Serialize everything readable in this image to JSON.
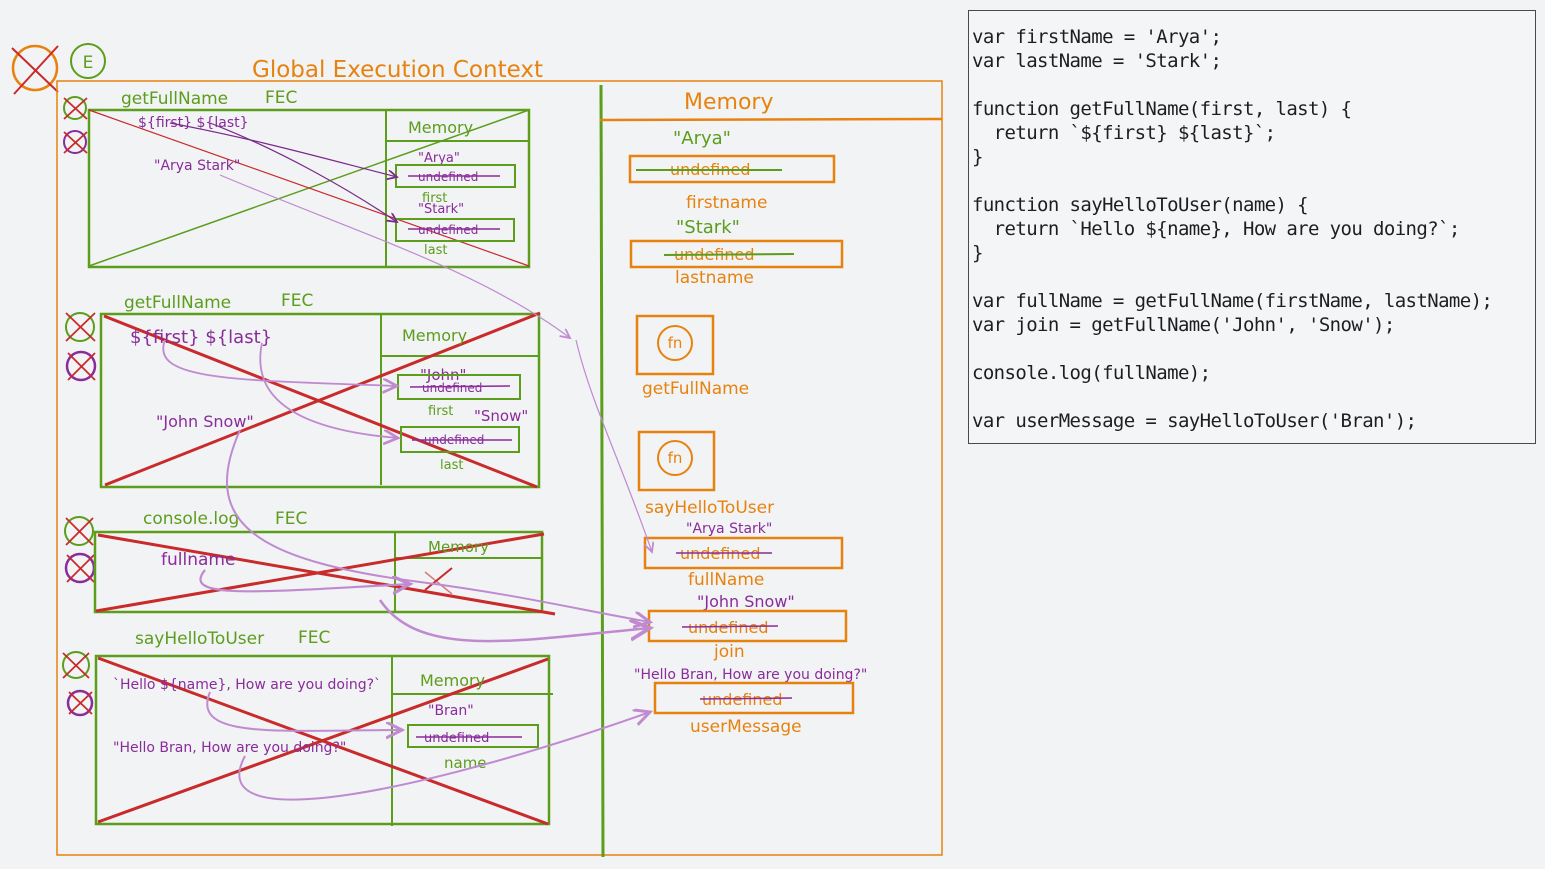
{
  "diagram": {
    "gec_title": "Global Execution Context",
    "e_badge": "E",
    "memory_title": "Memory",
    "fec": [
      {
        "title": "getFullName",
        "suffix": "FEC",
        "template": "${first} ${last}",
        "result": "\"Arya Stark\"",
        "memory_title": "Memory",
        "vars": [
          {
            "value": "\"Arya\"",
            "old": "undefined",
            "name": "first"
          },
          {
            "value": "\"Stark\"",
            "old": "undefined",
            "name": "last"
          }
        ]
      },
      {
        "title": "getFullName",
        "suffix": "FEC",
        "template": "${first} ${last}",
        "result": "\"John Snow\"",
        "memory_title": "Memory",
        "vars": [
          {
            "value": "\"John\"",
            "old": "undefined",
            "name": "first"
          },
          {
            "value": "\"Snow\"",
            "old": "undefined",
            "name": "last"
          }
        ]
      },
      {
        "title": "console.log",
        "suffix": "FEC",
        "arg": "fullname",
        "memory_title": "Memory"
      },
      {
        "title": "sayHelloToUser",
        "suffix": "FEC",
        "template": "`Hello ${name}, How are you doing?`",
        "result": "\"Hello Bran, How are you doing?\"",
        "memory_title": "Memory",
        "vars": [
          {
            "value": "\"Bran\"",
            "old": "undefined",
            "name": "name"
          }
        ]
      }
    ],
    "global_vars": [
      {
        "value": "\"Arya\"",
        "old": "undefined",
        "name": "firstname"
      },
      {
        "value": "\"Stark\"",
        "old": "undefined",
        "name": "lastname"
      }
    ],
    "fn_label": "fn",
    "functions": [
      {
        "name": "getFullName"
      },
      {
        "name": "sayHelloToUser"
      }
    ],
    "global_vars2": [
      {
        "value": "\"Arya Stark\"",
        "old": "undefined",
        "name": "fullName"
      },
      {
        "value": "\"John Snow\"",
        "old": "undefined",
        "name": "join"
      },
      {
        "value": "\"Hello Bran, How are you doing?\"",
        "old": "undefined",
        "name": "userMessage"
      }
    ],
    "colors": {
      "orange": "#e8820e",
      "green": "#5c9d1c",
      "purple": "#8a2c9a",
      "red": "#c92a2a",
      "violet_arrow": "#c08ad0"
    }
  },
  "code": {
    "lines": [
      "var firstName = 'Arya';",
      "var lastName = 'Stark';",
      "",
      "function getFullName(first, last) {",
      "  return `${first} ${last}`;",
      "}",
      "",
      "function sayHelloToUser(name) {",
      "  return `Hello ${name}, How are you doing?`;",
      "}",
      "",
      "var fullName = getFullName(firstName, lastName);",
      "var join = getFullName('John', 'Snow');",
      "",
      "console.log(fullName);",
      "",
      "var userMessage = sayHelloToUser('Bran');"
    ]
  }
}
